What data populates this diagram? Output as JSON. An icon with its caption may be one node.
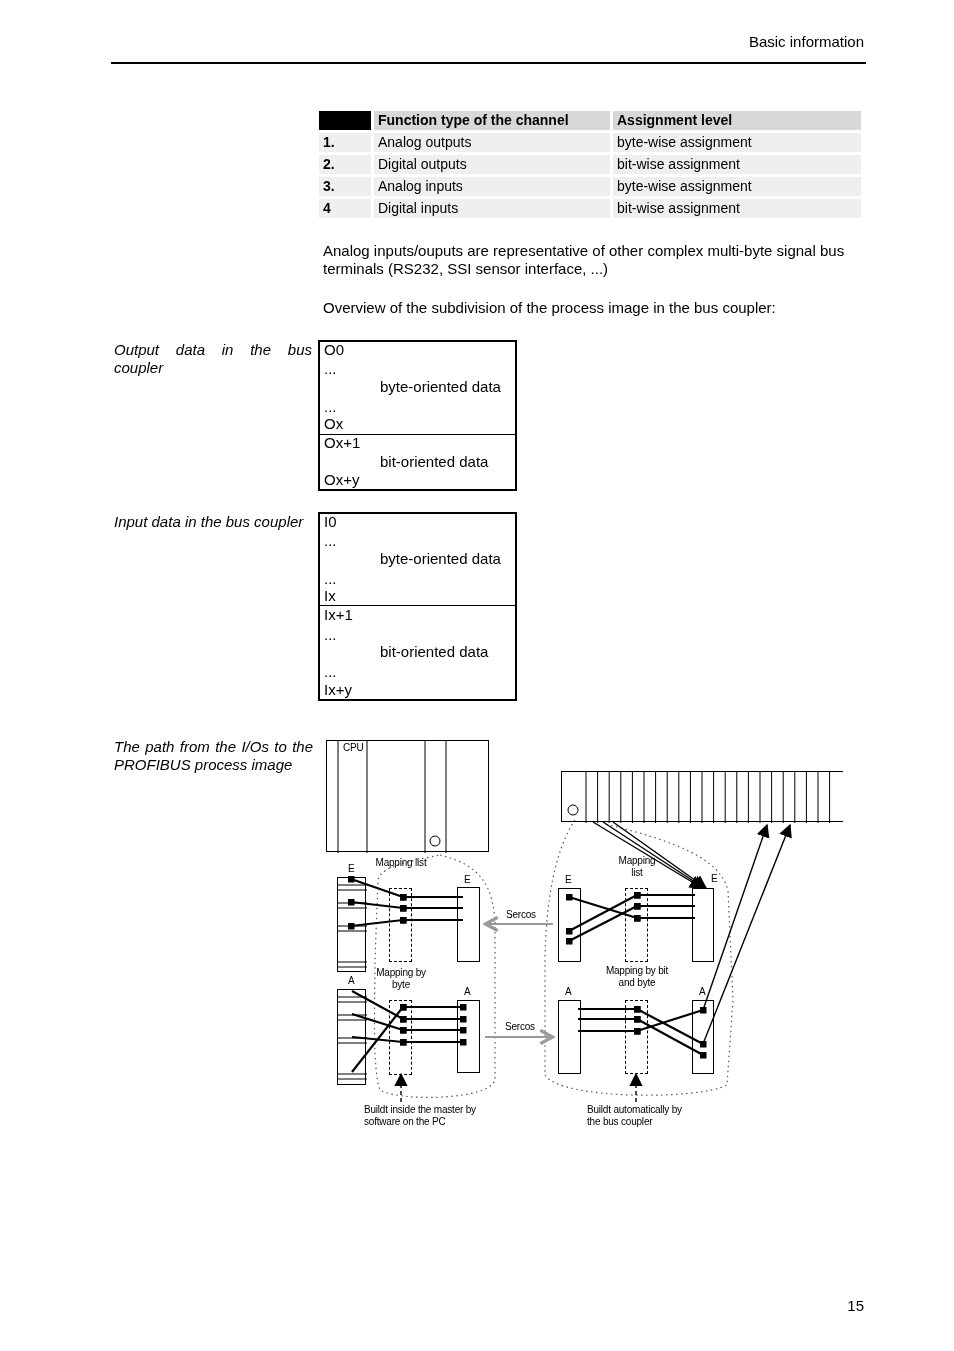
{
  "diagram": {
    "nodes": [
      {
        "text": [
          "O0",
          "...",
          "byte-oriented data",
          "...",
          "Ox"
        ]
      },
      {
        "text": [
          "Ox+1",
          "bit-oriented data",
          "Ox+y"
        ]
      },
      {
        "text": [
          "I0",
          "...",
          "byte-oriented data",
          "...",
          "Ix"
        ]
      },
      {
        "text": [
          "Ix+1",
          "...",
          "bit-oriented data",
          "...",
          "Ix+y"
        ]
      },
      {
        "text": [
          "CPU"
        ]
      },
      {
        "text": [
          "E"
        ]
      },
      {
        "text": [
          "A"
        ]
      },
      {
        "text": [
          "Mapping list"
        ]
      },
      {
        "text": [
          "Mapping by byte"
        ]
      },
      {
        "text": [
          "E"
        ]
      },
      {
        "text": [
          "A"
        ]
      },
      {
        "text": [],
        "shape": "box"
      },
      {
        "text": [
          "E"
        ]
      },
      {
        "text": [
          "Mapping list"
        ]
      },
      {
        "text": [
          "E"
        ]
      },
      {
        "text": [
          "A"
        ]
      },
      {
        "text": [
          "Mapping by bit and byte"
        ]
      },
      {
        "text": [
          "A"
        ]
      },
      {
        "text": [
          "Buildt inside the master by software on the PC"
        ]
      },
      {
        "text": [
          "Buildt automatically by the bus coupler"
        ]
      }
    ],
    "edges": [
      {
        "from": 12,
        "to": 9,
        "arrow": "to",
        "label": "Sercos",
        "color": "#9a9a9a"
      },
      {
        "from": 10,
        "to": 15,
        "arrow": "to",
        "label": "Sercos",
        "color": "#9a9a9a"
      },
      {
        "from": 11,
        "to": 14,
        "arrow": "to"
      },
      {
        "from": 11,
        "to": 14,
        "arrow": "to"
      },
      {
        "from": 11,
        "to": 14,
        "arrow": "to"
      },
      {
        "from": 17,
        "to": 11,
        "arrow": "to"
      },
      {
        "from": 17,
        "to": 11,
        "arrow": "to"
      },
      {
        "from": 5,
        "to": 7,
        "arrow": "other"
      },
      {
        "from": 5,
        "to": 7,
        "arrow": "other"
      },
      {
        "from": 5,
        "to": 7,
        "arrow": "other"
      },
      {
        "from": 7,
        "to": 9,
        "arrow": "other"
      },
      {
        "from": 7,
        "to": 9,
        "arrow": "other"
      },
      {
        "from": 7,
        "to": 9,
        "arrow": "other"
      },
      {
        "from": 6,
        "to": 8,
        "arrow": "other"
      },
      {
        "from": 6,
        "to": 8,
        "arrow": "other"
      },
      {
        "from": 6,
        "to": 8,
        "arrow": "other"
      },
      {
        "from": 6,
        "to": 8,
        "arrow": "other"
      },
      {
        "from": 8,
        "to": 10,
        "arrow": "other"
      },
      {
        "from": 8,
        "to": 10,
        "arrow": "other"
      },
      {
        "from": 8,
        "to": 10,
        "arrow": "other"
      },
      {
        "from": 8,
        "to": 10,
        "arrow": "other"
      },
      {
        "from": 12,
        "to": 13,
        "arrow": "other"
      },
      {
        "from": 12,
        "to": 13,
        "arrow": "other"
      },
      {
        "from": 12,
        "to": 13,
        "arrow": "other"
      },
      {
        "from": 13,
        "to": 14,
        "arrow": "other"
      },
      {
        "from": 13,
        "to": 14,
        "arrow": "other"
      },
      {
        "from": 13,
        "to": 14,
        "arrow": "other"
      },
      {
        "from": 15,
        "to": 16,
        "arrow": "other"
      },
      {
        "from": 15,
        "to": 16,
        "arrow": "other"
      },
      {
        "from": 15,
        "to": 16,
        "arrow": "other"
      },
      {
        "from": 16,
        "to": 17,
        "arrow": "other"
      },
      {
        "from": 16,
        "to": 17,
        "arrow": "other"
      },
      {
        "from": 16,
        "to": 17,
        "arrow": "other"
      },
      {
        "from": 18,
        "to": 8,
        "arrow": "to",
        "style": "dashed"
      },
      {
        "from": 19,
        "to": 16,
        "arrow": "to",
        "style": "dashed"
      }
    ],
    "labels": [
      "Basic information",
      "Function type of the channel",
      "Assignment level",
      "1.",
      "Analog outputs",
      "byte-wise assignment",
      "2.",
      "Digital outputs",
      "bit-wise assignment",
      "3.",
      "Analog inputs",
      "byte-wise assignment",
      "4",
      "Digital inputs",
      "bit-wise assignment",
      "Analog inputs/ouputs are representative of other complex multi-byte signal bus terminals (RS232, SSI sensor interface, ...)",
      "Overview of the subdivision of the process image in the bus coupler:",
      "Output data in the bus coupler",
      "Input data in the bus coupler",
      "The path from the I/Os to the PROFIBUS process image",
      "15"
    ]
  }
}
